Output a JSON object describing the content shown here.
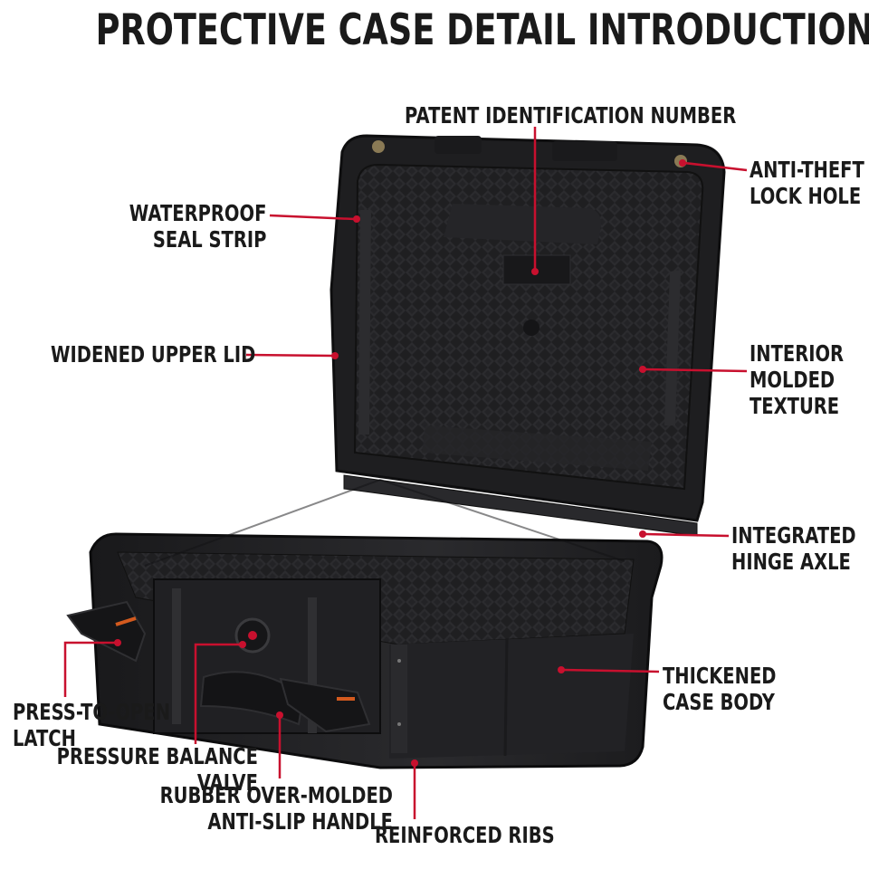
{
  "title": "PROTECTIVE CASE DETAIL INTRODUCTION",
  "colors": {
    "leader": "#c8102e",
    "case": "#1c1c1e",
    "text": "#1a1a1a"
  },
  "labels": {
    "patent": "PATENT IDENTIFICATION NUMBER",
    "lock_hole": "ANTI-THEFT\nLOCK HOLE",
    "seal": "WATERPROOF\nSEAL STRIP",
    "upper_lid": "WIDENED UPPER LID",
    "interior": "INTERIOR\nMOLDED\nTEXTURE",
    "hinge": "INTEGRATED\nHINGE AXLE",
    "body": "THICKENED\nCASE BODY",
    "latch": "PRESS-TO-OPEN\nLATCH",
    "valve": "PRESSURE BALANCE\nVALVE",
    "handle": "RUBBER OVER-MOLDED\nANTI-SLIP HANDLE",
    "ribs": "REINFORCED RIBS"
  }
}
